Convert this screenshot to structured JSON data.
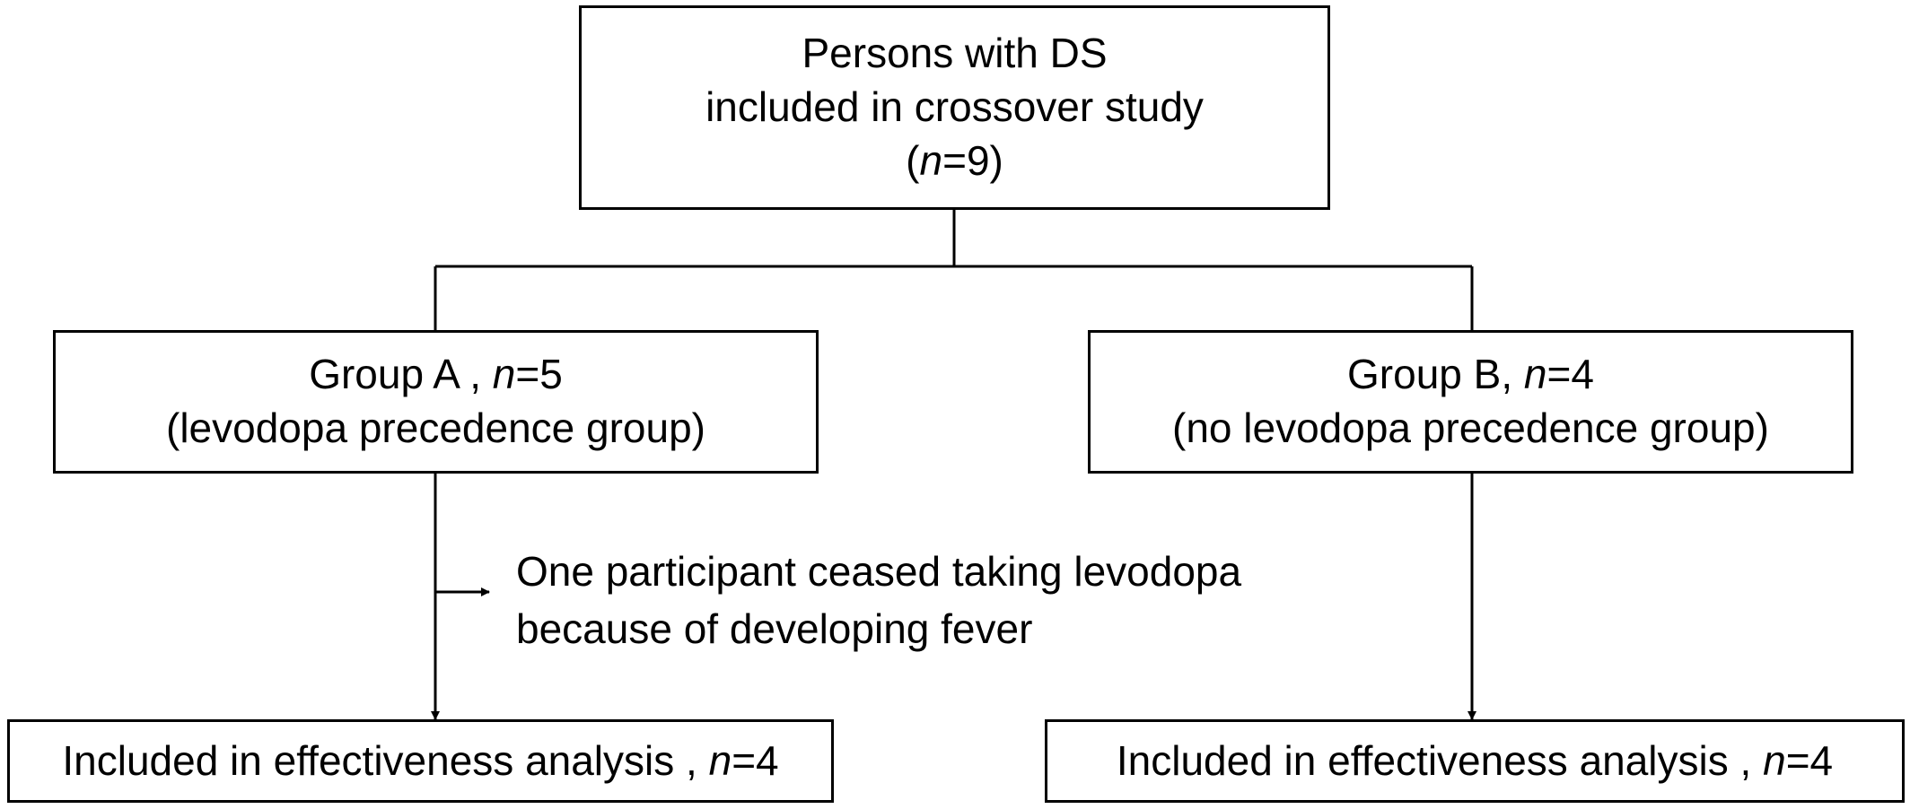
{
  "nodes": {
    "top": {
      "line1": "Persons with DS",
      "line2": "included in crossover study",
      "line3_prefix": "(",
      "line3_n": "n",
      "line3_suffix": "=9)"
    },
    "group_a": {
      "line1_prefix": "Group A , ",
      "line1_n": "n",
      "line1_suffix": "=5",
      "line2": "(levodopa precedence group)"
    },
    "group_b": {
      "line1_prefix": "Group B, ",
      "line1_n": "n",
      "line1_suffix": "=4",
      "line2": "(no levodopa precedence group)"
    },
    "analysis_a": {
      "prefix": "Included in effectiveness analysis , ",
      "n": "n",
      "suffix": "=4"
    },
    "analysis_b": {
      "prefix": "Included in effectiveness analysis , ",
      "n": "n",
      "suffix": "=4"
    },
    "exclusion_note": {
      "line1": "One participant ceased taking levodopa",
      "line2": "because of developing fever"
    }
  },
  "edges": [
    {
      "from": "top",
      "to": "group_a"
    },
    {
      "from": "top",
      "to": "group_b"
    },
    {
      "from": "group_a",
      "to": "analysis_a"
    },
    {
      "from": "group_a",
      "to": "exclusion_note"
    },
    {
      "from": "group_b",
      "to": "analysis_b"
    }
  ],
  "colors": {
    "stroke": "#000000",
    "background": "#ffffff",
    "text": "#000000"
  }
}
